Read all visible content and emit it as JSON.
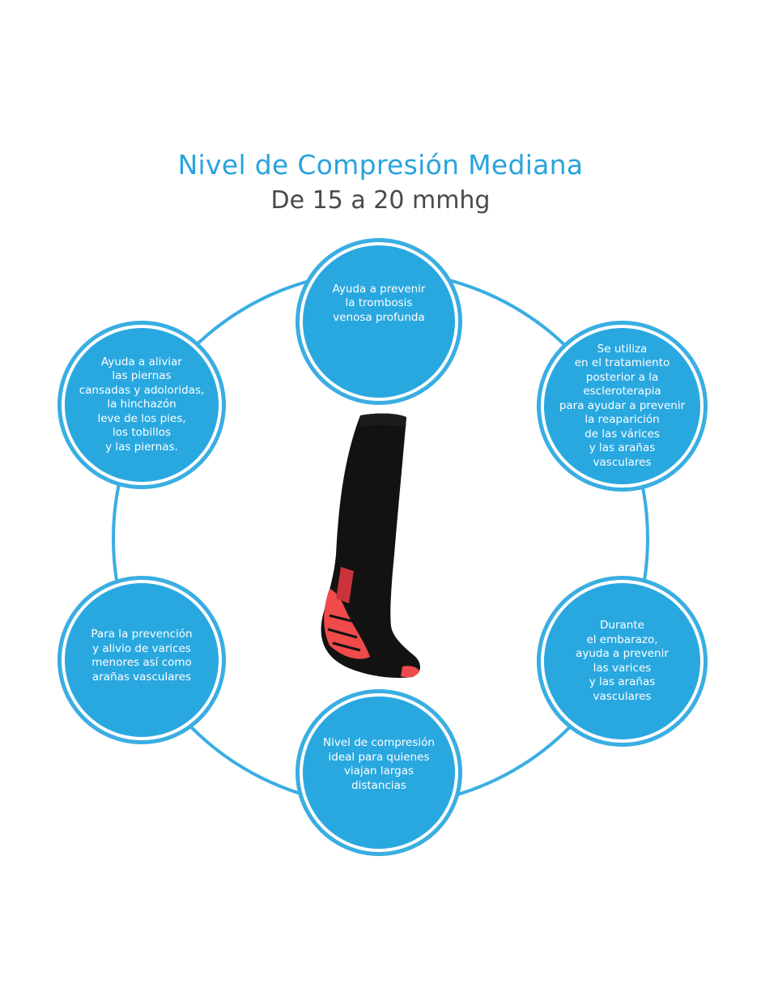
{
  "header": {
    "title": "Nivel de Compresión Mediana",
    "subtitle": "De 15 a 20 mmhg"
  },
  "colors": {
    "accent": "#29a8e0",
    "title": "#29a3dd",
    "subtitle": "#4a4a4a",
    "sock_body": "#121212",
    "sock_accent": "#f04a4a"
  },
  "benefits": [
    {
      "id": "top",
      "text": "Ayuda a prevenir\nla trombosis\nvenosa profunda"
    },
    {
      "id": "upper-left",
      "text": "Ayuda a aliviar\nlas piernas\ncansadas y adoloridas,\nla hinchazón\nleve de los pies,\nlos tobillos\ny las piernas."
    },
    {
      "id": "upper-right",
      "text": "Se utiliza\nen el tratamiento\nposterior a la\nescleroterapia\npara ayudar a prevenir\nla reaparición\nde las várices\ny las arañas\nvasculares"
    },
    {
      "id": "lower-left",
      "text": "Para la prevención\ny alivio de varices\nmenores así como\narañas vasculares"
    },
    {
      "id": "lower-right",
      "text": "Durante\nel embarazo,\nayuda a prevenir\nlas varices\ny las arañas\nvasculares"
    },
    {
      "id": "bottom",
      "text": "Nivel de compresión\nideal para quienes\nviajan largas\ndistancias"
    }
  ],
  "center_image": {
    "icon": "compression-sock-icon"
  }
}
